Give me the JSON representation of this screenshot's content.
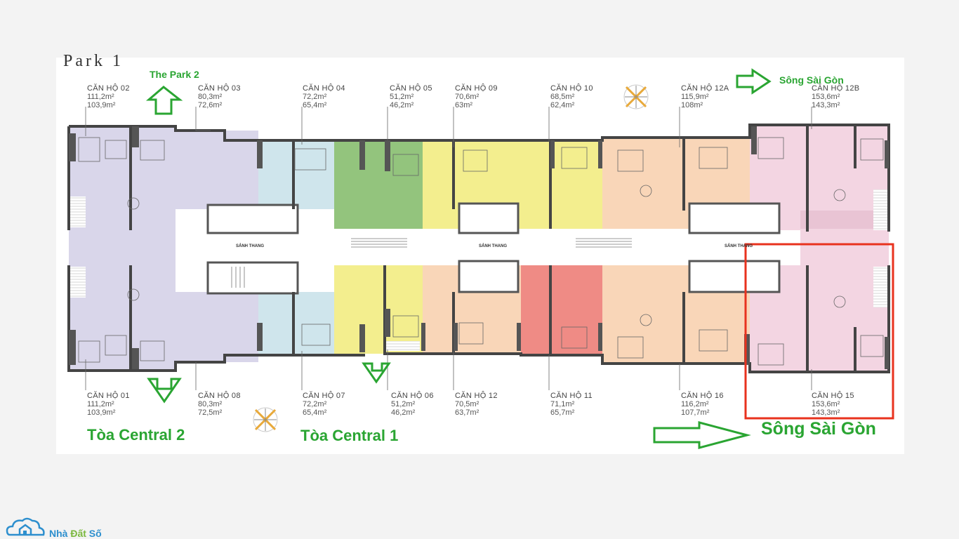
{
  "title": "Park 1",
  "directions": {
    "top_left": "The Park 2",
    "top_right": "Sông Sài Gòn",
    "bottom_left": "Tòa Central 2",
    "bottom_center": "Tòa Central 1",
    "bottom_right": "Sông Sài Gòn"
  },
  "lobby_label": "SẢNH THANG",
  "apartments_top": [
    {
      "name": "CĂN HỘ 02",
      "a1": "111,2m²",
      "a2": "103,9m²"
    },
    {
      "name": "CĂN HỘ 03",
      "a1": "80,3m²",
      "a2": "72,6m²"
    },
    {
      "name": "CĂN HỘ 04",
      "a1": "72,2m²",
      "a2": "65,4m²"
    },
    {
      "name": "CĂN HỘ 05",
      "a1": "51,2m²",
      "a2": "46,2m²"
    },
    {
      "name": "CĂN HỘ 09",
      "a1": "70,6m²",
      "a2": "63m²"
    },
    {
      "name": "CĂN HỘ 10",
      "a1": "68,5m²",
      "a2": "62,4m²"
    },
    {
      "name": "CĂN HỘ 12A",
      "a1": "115,9m²",
      "a2": "108m²"
    },
    {
      "name": "CĂN HỘ 12B",
      "a1": "153,6m²",
      "a2": "143,3m²"
    }
  ],
  "apartments_bottom": [
    {
      "name": "CĂN HỘ 01",
      "a1": "111,2m²",
      "a2": "103,9m²"
    },
    {
      "name": "CĂN HỘ 08",
      "a1": "80,3m²",
      "a2": "72,5m²"
    },
    {
      "name": "CĂN HỘ 07",
      "a1": "72,2m²",
      "a2": "65,4m²"
    },
    {
      "name": "CĂN HỘ 06",
      "a1": "51,2m²",
      "a2": "46,2m²"
    },
    {
      "name": "CĂN HỘ 12",
      "a1": "70,5m²",
      "a2": "63,7m²"
    },
    {
      "name": "CĂN HỘ 11",
      "a1": "71,1m²",
      "a2": "65,7m²"
    },
    {
      "name": "CĂN HỘ 16",
      "a1": "116,2m²",
      "a2": "107,7m²"
    },
    {
      "name": "CĂN HỘ 15",
      "a1": "153,6m²",
      "a2": "143,3m²"
    }
  ],
  "colors": {
    "lavender": "#d9d6ea",
    "blue": "#cfe5ec",
    "green": "#93c47d",
    "yellow": "#f3ee8e",
    "peach": "#f9d6b8",
    "red": "#ef8b85",
    "pink": "#f3d5e2",
    "arrow": "#2aa532",
    "highlight": "#e8321e"
  },
  "logo": {
    "brand_a": "Nhà",
    "brand_b": "Đất",
    "brand_c": "Số"
  }
}
